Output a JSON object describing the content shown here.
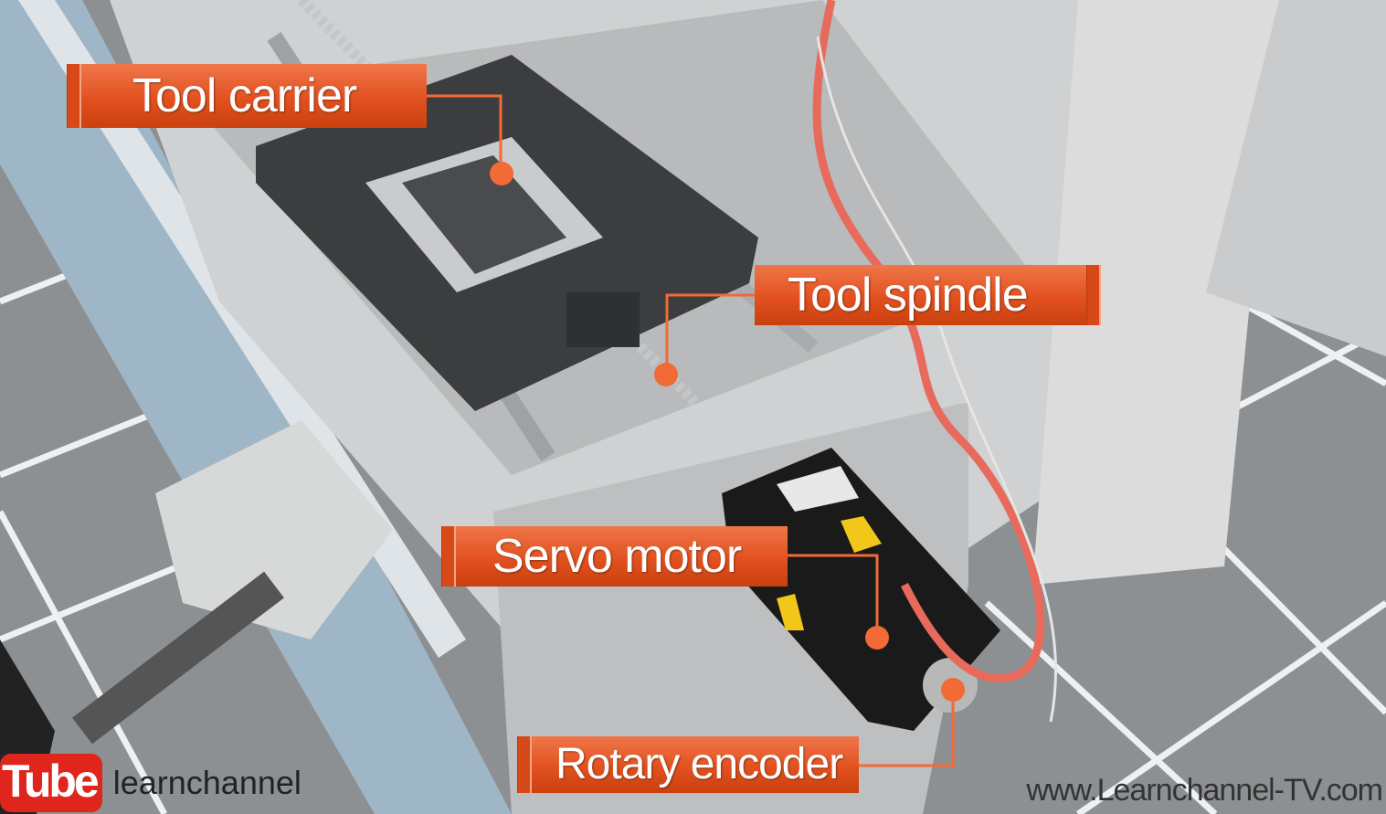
{
  "labels": {
    "tool_carrier": "Tool carrier",
    "tool_spindle": "Tool spindle",
    "servo_motor": "Servo motor",
    "rotary_encoder": "Rotary encoder"
  },
  "branding": {
    "logo_text": "Tube",
    "channel": "learnchannel",
    "url": "www.Learnchannel-TV.com"
  },
  "colors": {
    "label_orange": "#e2511f",
    "leader_line": "#f26a35",
    "cable": "#e86a5c"
  }
}
